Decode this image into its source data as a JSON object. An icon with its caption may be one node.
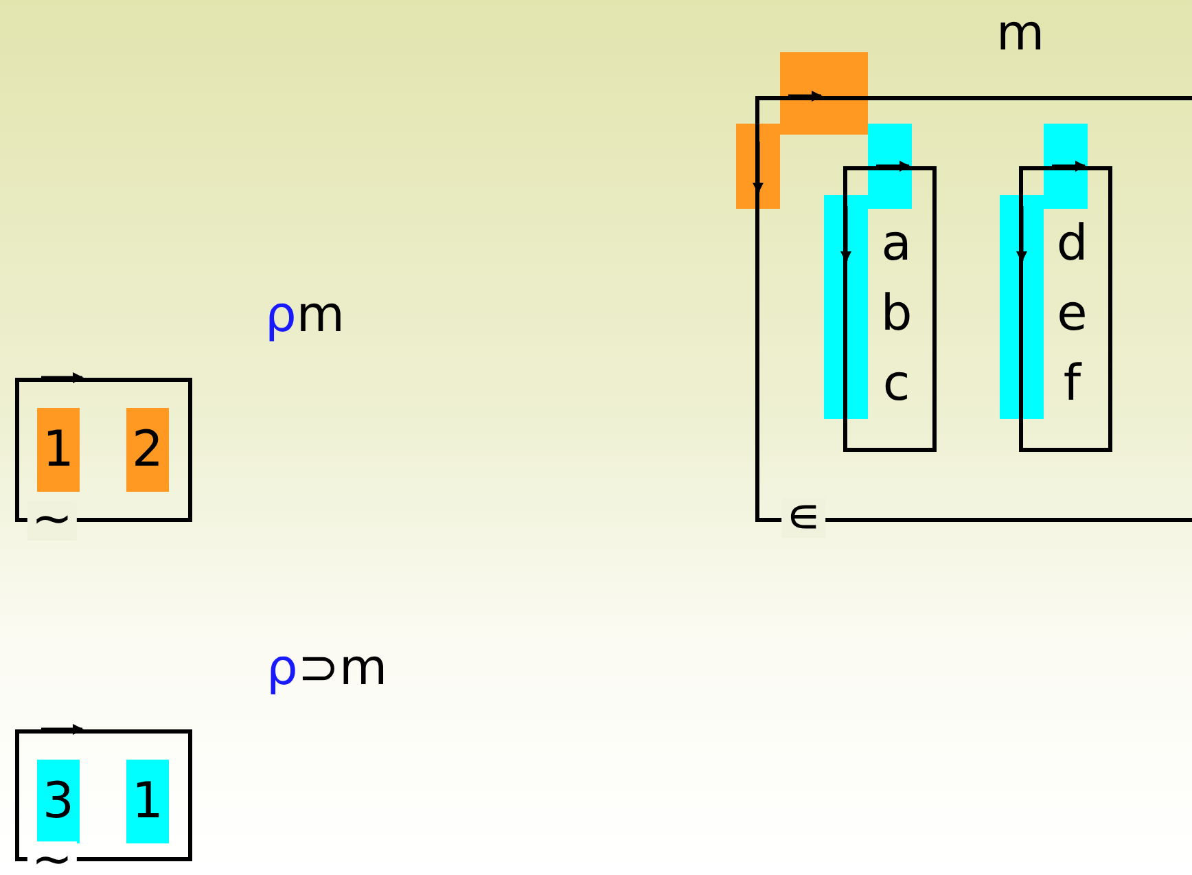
{
  "diagram": {
    "nodes": [
      {
        "text": [],
        "shape": "box"
      },
      {
        "text": [
          "a b c"
        ],
        "in": 0
      },
      {
        "text": [
          "d e f"
        ],
        "in": 0
      },
      {
        "text": [
          "1",
          "2"
        ]
      },
      {
        "text": [
          "3",
          "1"
        ]
      }
    ],
    "labels": [
      "m",
      "ρm",
      "∊",
      "~",
      "ρ⊃m",
      "~"
    ]
  }
}
